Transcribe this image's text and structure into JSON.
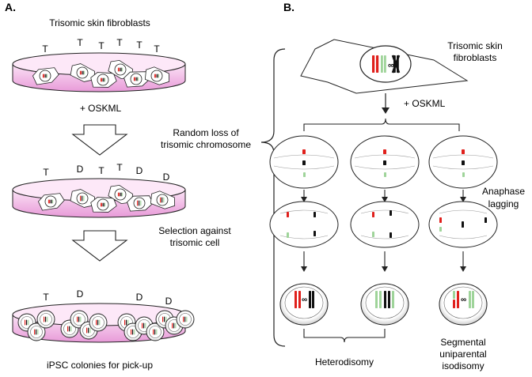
{
  "panel_a": {
    "label": "A.",
    "title": "Trisomic skin fibroblasts",
    "dish1_marks": [
      "T",
      "T",
      "T",
      "T",
      "T",
      "T"
    ],
    "step1": "+ OSKML",
    "step2_line1": "Random loss of",
    "step2_line2": "trisomic chromosome",
    "dish2_marks": [
      "T",
      "D",
      "T",
      "T",
      "D",
      "D"
    ],
    "step3_line1": "Selection against",
    "step3_line2": "trisomic cell",
    "dish3_marks": [
      "T",
      "D",
      "D",
      "D"
    ],
    "footer": "iPSC colonies for pick-up"
  },
  "panel_b": {
    "label": "B.",
    "cell_title_line1": "Trisomic skin",
    "cell_title_line2": "fibroblasts",
    "step1": "+ OSKML",
    "lagging_line1": "Anaphase",
    "lagging_line2": "lagging",
    "outcome_hetero": "Heterodisomy",
    "outcome_upd_line1": "Segmental",
    "outcome_upd_line2": "uniparental",
    "outcome_upd_line3": "isodisomy"
  },
  "colors": {
    "dish_pink": "#f2b8e6",
    "chrom_red": "#e0201c",
    "chrom_green": "#9fd49a",
    "chrom_black": "#111111"
  }
}
